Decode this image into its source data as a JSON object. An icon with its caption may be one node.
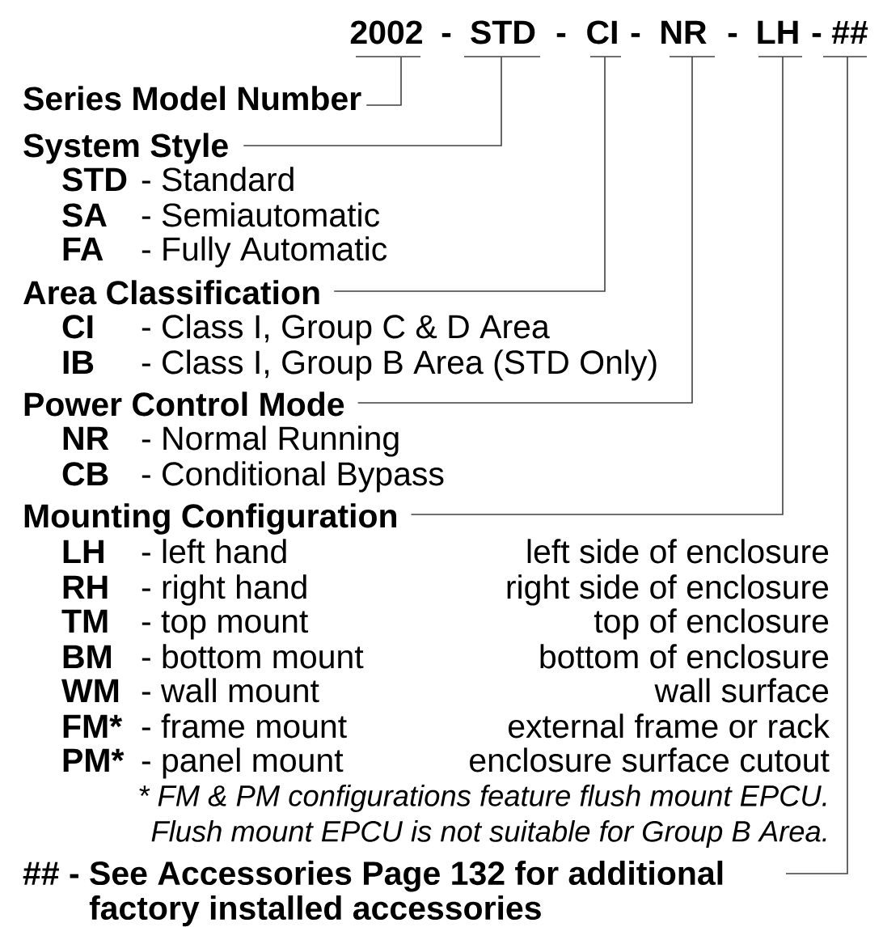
{
  "diagram": {
    "nodes": [
      {
        "text": [
          "2002"
        ]
      },
      {
        "text": [
          "STD"
        ]
      },
      {
        "text": [
          "CI"
        ]
      },
      {
        "text": [
          "NR"
        ]
      },
      {
        "text": [
          "LH"
        ]
      },
      {
        "text": [
          "##"
        ]
      },
      {
        "text": [
          "Series Model Number"
        ]
      },
      {
        "text": [
          "System Style"
        ]
      },
      {
        "text": [
          "Area Classification"
        ]
      },
      {
        "text": [
          "Power Control Mode"
        ]
      },
      {
        "text": [
          "Mounting Configuration"
        ]
      },
      {
        "text": [
          "## - See Accessories Page 132 for additional factory installed accessories"
        ]
      }
    ],
    "edges": [
      {
        "from": 0,
        "to": 6,
        "arrow": "none"
      },
      {
        "from": 1,
        "to": 7,
        "arrow": "none"
      },
      {
        "from": 2,
        "to": 8,
        "arrow": "none"
      },
      {
        "from": 3,
        "to": 9,
        "arrow": "none"
      },
      {
        "from": 4,
        "to": 10,
        "arrow": "none"
      },
      {
        "from": 5,
        "to": 11,
        "arrow": "none"
      }
    ],
    "labels": [
      "-",
      "-",
      "-",
      "-",
      "-",
      "STD",
      "- Standard",
      "SA",
      "- Semiautomatic",
      "FA",
      "- Fully Automatic",
      "CI",
      "- Class I, Group C & D Area",
      "IB",
      "- Class I, Group B Area (STD Only)",
      "NR",
      "- Normal Running",
      "CB",
      "- Conditional Bypass",
      "LH",
      "- left hand",
      "left side of enclosure",
      "RH",
      "- right hand",
      "right side of enclosure",
      "TM",
      "- top mount",
      "top of enclosure",
      "BM",
      "- bottom mount",
      "bottom of enclosure",
      "WM",
      "- wall mount",
      "wall surface",
      "FM*",
      "- frame mount",
      "external frame or rack",
      "PM*",
      "- panel mount",
      "enclosure surface cutout",
      "* FM & PM configurations feature flush mount EPCU. Flush mount EPCU is not suitable for Group B Area."
    ]
  }
}
